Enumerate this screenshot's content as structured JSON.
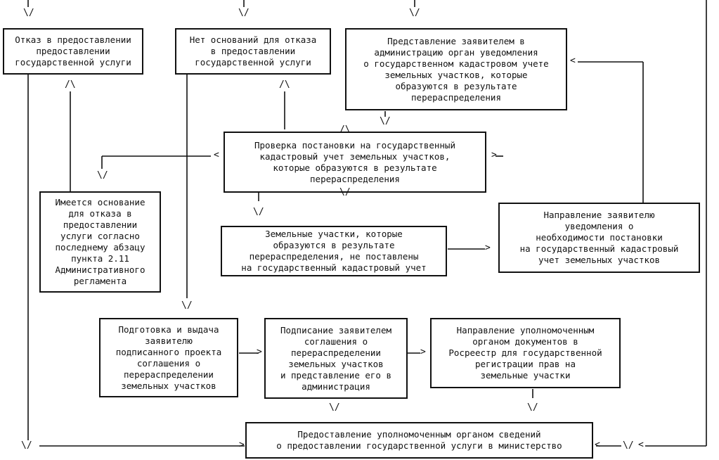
{
  "diagram": {
    "boxes": {
      "refusal": "Отказ в предоставлении\nпредоставлении\nгосударственной услуги",
      "no_grounds": "Нет оснований для отказа\nв предоставлении\nгосударственной услуги",
      "applicant_submission": "Представление заявителем в\nадминистрацию орган уведомления\nо государственном кадастровом учете\nземельных участков, которые\nобразуются в результате\nперераспределения",
      "check_registration": "Проверка постановки на государственный\nкадастровый учет земельных участков,\nкоторые образуются в результате\nперераспределения",
      "grounds_for_refusal": "Имеется основание\nдля отказа в\nпредоставлении\nуслуги согласно\nпоследнему абзацу\nпункта 2.11\nАдминистративного\nрегламента",
      "not_registered": "Земельные участки, которые\nобразуются в результате\nперераспределения, не поставлены\nна государственный кадастровый учет",
      "notify_applicant": "Направление заявителю\nуведомления о\nнеобходимости постановки\nна государственный кадастровый\nучет земельных участков",
      "prepare_issue": "Подготовка и выдача\nзаявителю\nподписанного проекта\nсоглашения о\nперераспределении\nземельных участков",
      "applicant_signing": "Подписание заявителем\nсоглашения о\nперераспределении\nземельных участков\nи  представление его в\nадминистрация",
      "send_to_rosreestr": "Направление уполномоченным\nорганом документов в\nРосреестр для государственной\nрегистрации прав на\nземельные участки",
      "final_info": "Предоставление уполномоченным органом сведений\nо предоставлении государственной услуги в министерство"
    },
    "arrow_marks": {
      "down": "\\/",
      "up": "/\\",
      "right": ">",
      "left": "<"
    }
  }
}
